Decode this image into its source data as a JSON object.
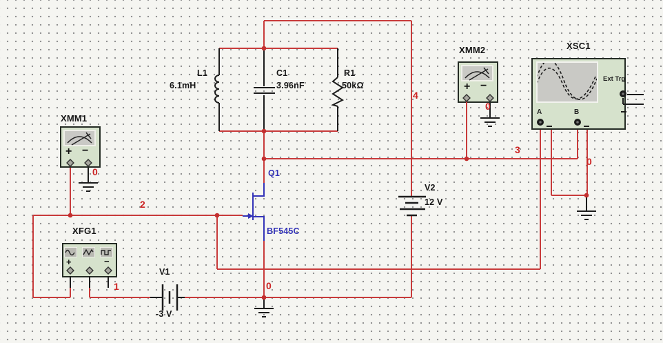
{
  "workspace": {
    "application": "Multisim schematic capture workspace",
    "description": "JFET LC oscillator test bench on dot-grid sheet"
  },
  "colors": {
    "wire_red": "#c83a3a",
    "net_label_red": "#cc2424",
    "component_blue": "#3434b8",
    "instrument_fill": "#d6e2cc",
    "screen_gray": "#c9c9c5",
    "background": "#f5f5f1"
  },
  "components": {
    "l1": {
      "ref": "L1",
      "value": "6.1mH"
    },
    "c1": {
      "ref": "C1",
      "value": "3.96nF"
    },
    "r1": {
      "ref": "R1",
      "value": "50kΩ"
    },
    "q1": {
      "ref": "Q1",
      "value": "BF545C"
    },
    "v1": {
      "ref": "V1",
      "value": "-3 V"
    },
    "v2": {
      "ref": "V2",
      "value": "12 V"
    }
  },
  "instruments": {
    "xmm1": {
      "title": "XMM1",
      "plus": "+",
      "minus": "−"
    },
    "xmm2": {
      "title": "XMM2",
      "plus": "+",
      "minus": "−"
    },
    "xfg1": {
      "title": "XFG1",
      "plus": "+",
      "minus": "−",
      "buttons": [
        "sine-wave-icon",
        "triangle-wave-icon",
        "square-wave-icon"
      ]
    },
    "xsc1": {
      "title": "XSC1",
      "channel_a": "A",
      "channel_b": "B",
      "ext_trig": "Ext Trg"
    }
  },
  "nets": {
    "n0": "0",
    "n1": "1",
    "n2": "2",
    "n3": "3",
    "n4": "4"
  }
}
